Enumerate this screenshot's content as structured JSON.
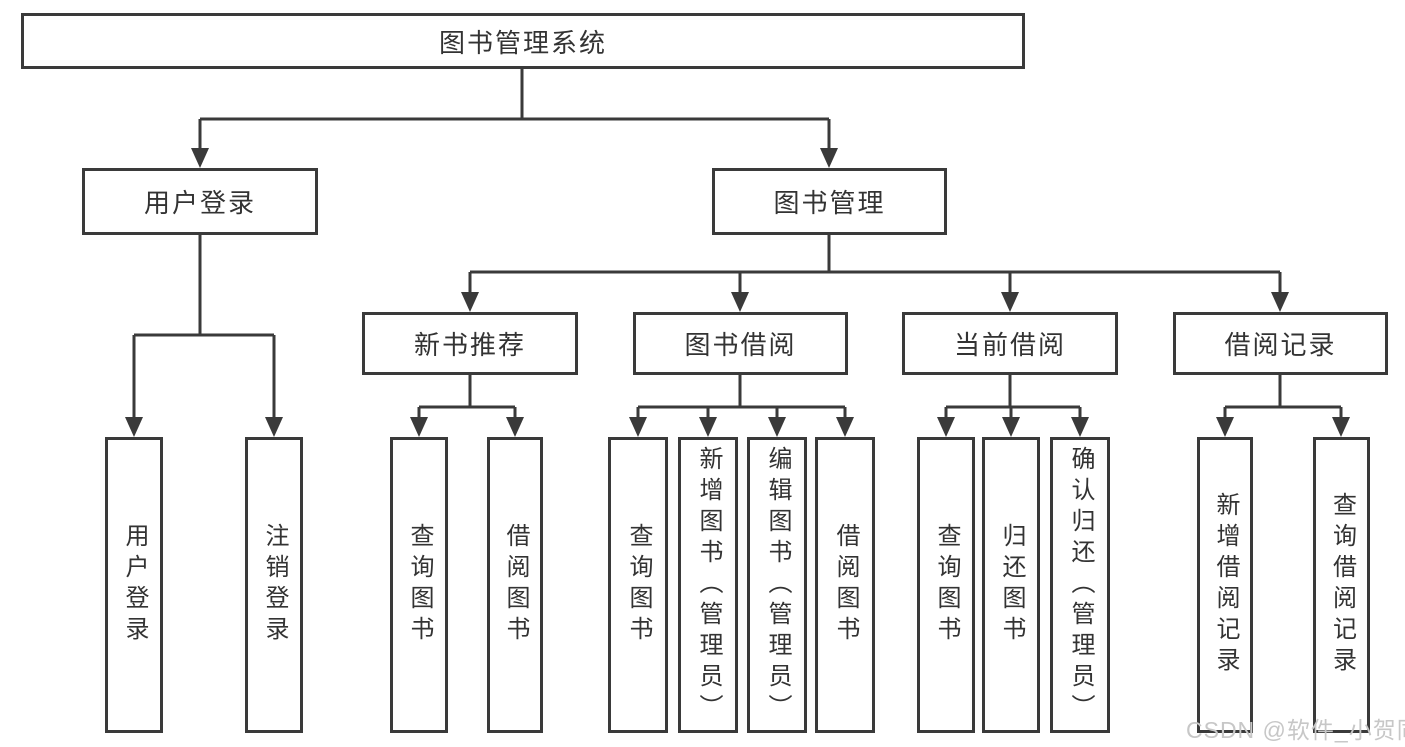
{
  "diagram_title": "图书管理系统",
  "root": {
    "label": "图书管理系统"
  },
  "level2": [
    {
      "id": "user-login",
      "label": "用户登录",
      "parent": "图书管理系统"
    },
    {
      "id": "book-management",
      "label": "图书管理",
      "parent": "图书管理系统"
    }
  ],
  "level3": [
    {
      "id": "new-book-recommend",
      "label": "新书推荐",
      "parent": "图书管理"
    },
    {
      "id": "book-borrow",
      "label": "图书借阅",
      "parent": "图书管理"
    },
    {
      "id": "current-borrow",
      "label": "当前借阅",
      "parent": "图书管理"
    },
    {
      "id": "borrow-records",
      "label": "借阅记录",
      "parent": "图书管理"
    }
  ],
  "leaves": [
    {
      "id": "user-login-leaf",
      "label": "用户登录",
      "parent": "用户登录"
    },
    {
      "id": "logout",
      "label": "注销登录",
      "parent": "用户登录"
    },
    {
      "id": "query-books-recommend",
      "label": "查询图书",
      "parent": "新书推荐"
    },
    {
      "id": "borrow-books-recommend",
      "label": "借阅图书",
      "parent": "新书推荐"
    },
    {
      "id": "query-books-borrow",
      "label": "查询图书",
      "parent": "图书借阅"
    },
    {
      "id": "add-books-admin",
      "label": "新增图书（管理员）",
      "parent": "图书借阅"
    },
    {
      "id": "edit-books-admin",
      "label": "编辑图书（管理员）",
      "parent": "图书借阅"
    },
    {
      "id": "borrow-books-borrow",
      "label": "借阅图书",
      "parent": "图书借阅"
    },
    {
      "id": "query-books-current",
      "label": "查询图书",
      "parent": "当前借阅"
    },
    {
      "id": "return-books",
      "label": "归还图书",
      "parent": "当前借阅"
    },
    {
      "id": "confirm-return-admin",
      "label": "确认归还（管理员）",
      "parent": "当前借阅"
    },
    {
      "id": "add-borrow-record",
      "label": "新增借阅记录",
      "parent": "借阅记录"
    },
    {
      "id": "query-borrow-record",
      "label": "查询借阅记录",
      "parent": "借阅记录"
    }
  ],
  "watermark": {
    "text": "CSDN @软件_小贺同学"
  },
  "colors": {
    "line": "#3a3a3a",
    "text": "#333333",
    "background": "#ffffff",
    "watermark": "#c7c7c7"
  }
}
